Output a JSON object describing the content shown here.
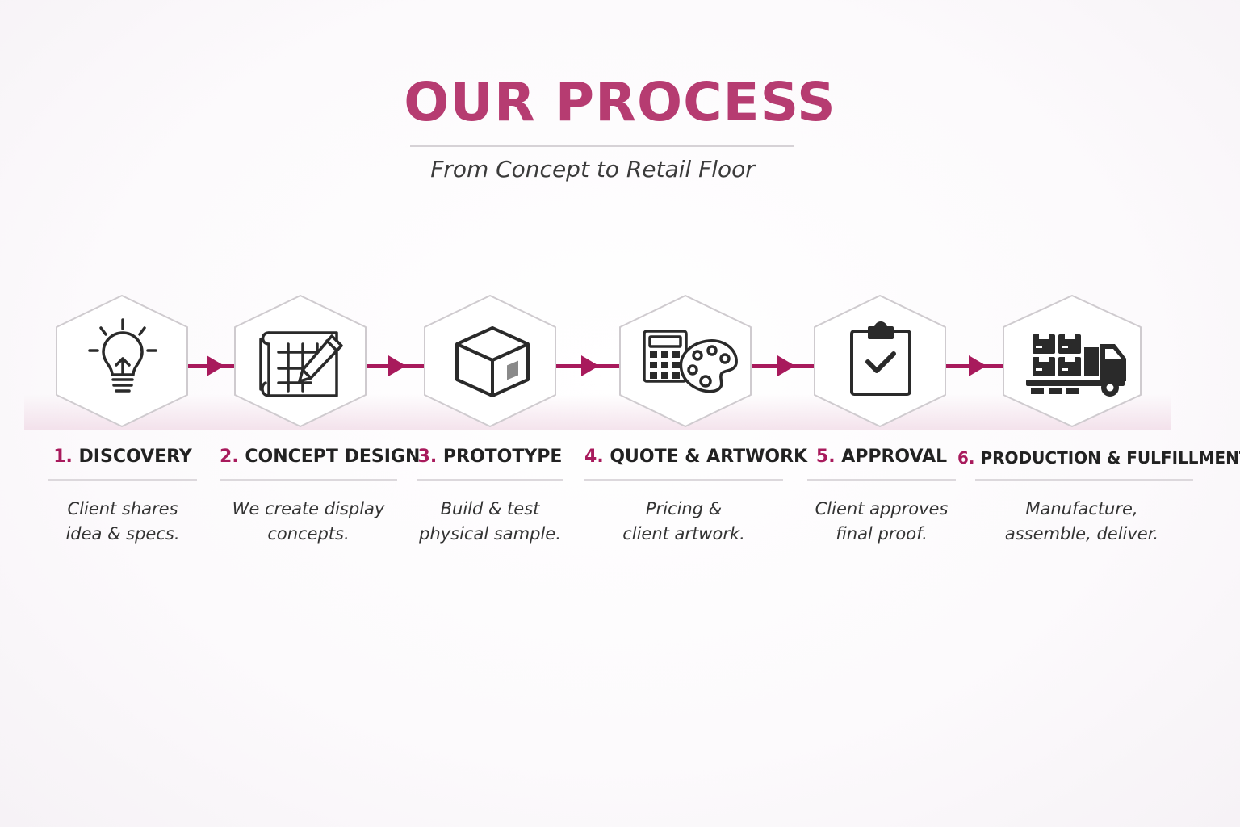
{
  "header": {
    "title": "OUR PROCESS",
    "subtitle": "From Concept to Retail Floor"
  },
  "colors": {
    "accent": "#a81a5c",
    "title": "#b63c71",
    "text": "#222222"
  },
  "steps": [
    {
      "num": "1",
      "title": "DISCOVERY",
      "desc1": "Client shares",
      "desc2": "idea & specs.",
      "icon": "lightbulb-icon"
    },
    {
      "num": "2",
      "title": "CONCEPT DESIGN",
      "desc1": "We create display",
      "desc2": "concepts.",
      "icon": "blueprint-pencil-icon"
    },
    {
      "num": "3",
      "title": "PROTOTYPE",
      "desc1": "Build & test",
      "desc2": "physical sample.",
      "icon": "box-icon"
    },
    {
      "num": "4",
      "title": "QUOTE & ARTWORK",
      "desc1": "Pricing &",
      "desc2": "client artwork.",
      "icon": "calculator-palette-icon"
    },
    {
      "num": "5",
      "title": "APPROVAL",
      "desc1": "Client approves",
      "desc2": "final proof.",
      "icon": "clipboard-check-icon"
    },
    {
      "num": "6",
      "title": "PRODUCTION & FULFILLMENT",
      "desc1": "Manufacture,",
      "desc2": "assemble, deliver.",
      "icon": "delivery-truck-icon"
    }
  ]
}
